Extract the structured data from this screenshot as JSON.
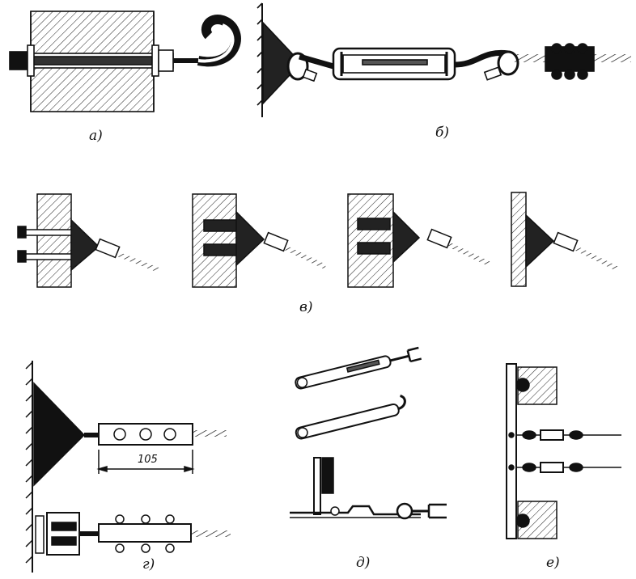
{
  "labels": {
    "a": "а)",
    "b": "б)",
    "v": "в)",
    "g": "г)",
    "d": "д)",
    "e": "е)"
  },
  "dimension": "105",
  "colors": {
    "ink": "#111111",
    "paper": "#ffffff"
  }
}
